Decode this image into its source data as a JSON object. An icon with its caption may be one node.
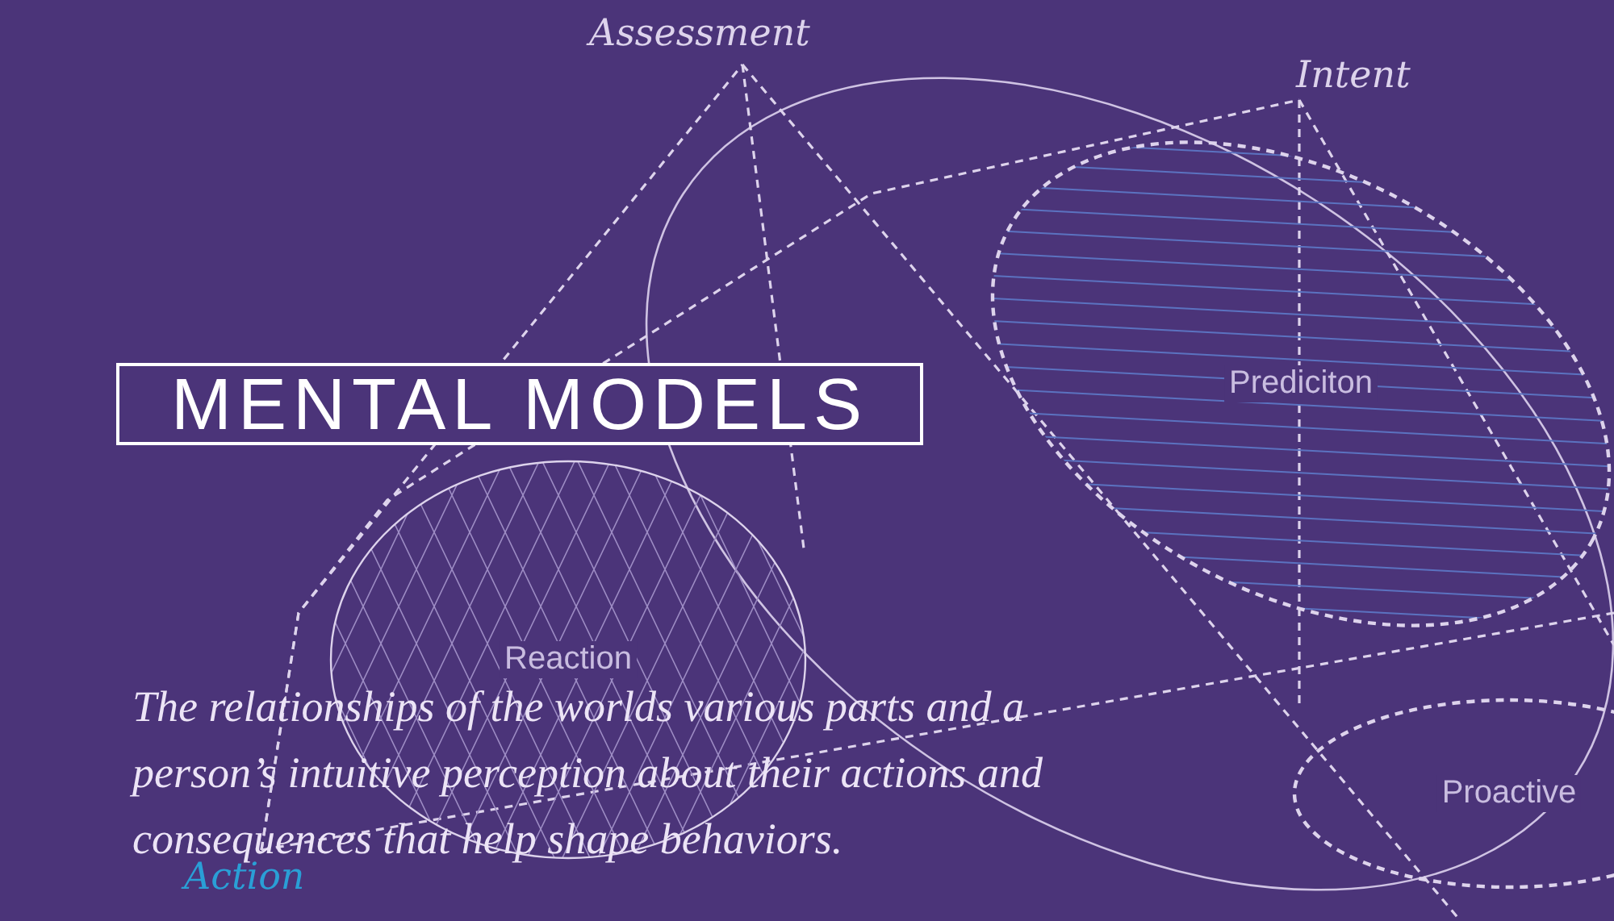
{
  "diagram": {
    "title": "MENTAL MODELS",
    "caption": "The relationships of the worlds various parts and a person’s intuitive perception about their actions and consequences that help shape behaviors.",
    "nodes": [
      {
        "text": [
          "Assessment"
        ]
      },
      {
        "text": [
          "Intent"
        ]
      },
      {
        "text": [
          "Prediciton"
        ]
      },
      {
        "text": [
          "Reaction"
        ]
      },
      {
        "text": [
          "Proactive"
        ]
      },
      {
        "text": [
          "Action"
        ]
      }
    ],
    "edges": [
      {
        "from": 5,
        "to": 0,
        "arrow": "none",
        "style": "dashed"
      },
      {
        "from": 5,
        "to": 1,
        "arrow": "none",
        "style": "dashed"
      },
      {
        "from": 5,
        "to": null,
        "arrow": "none",
        "style": "dashed"
      },
      {
        "from": 0,
        "to": null,
        "arrow": "none",
        "style": "dashed"
      },
      {
        "from": 0,
        "to": null,
        "arrow": "none",
        "style": "dashed"
      },
      {
        "from": 1,
        "to": null,
        "arrow": "none",
        "style": "dashed"
      },
      {
        "from": 1,
        "to": null,
        "arrow": "none",
        "style": "dashed"
      }
    ]
  }
}
